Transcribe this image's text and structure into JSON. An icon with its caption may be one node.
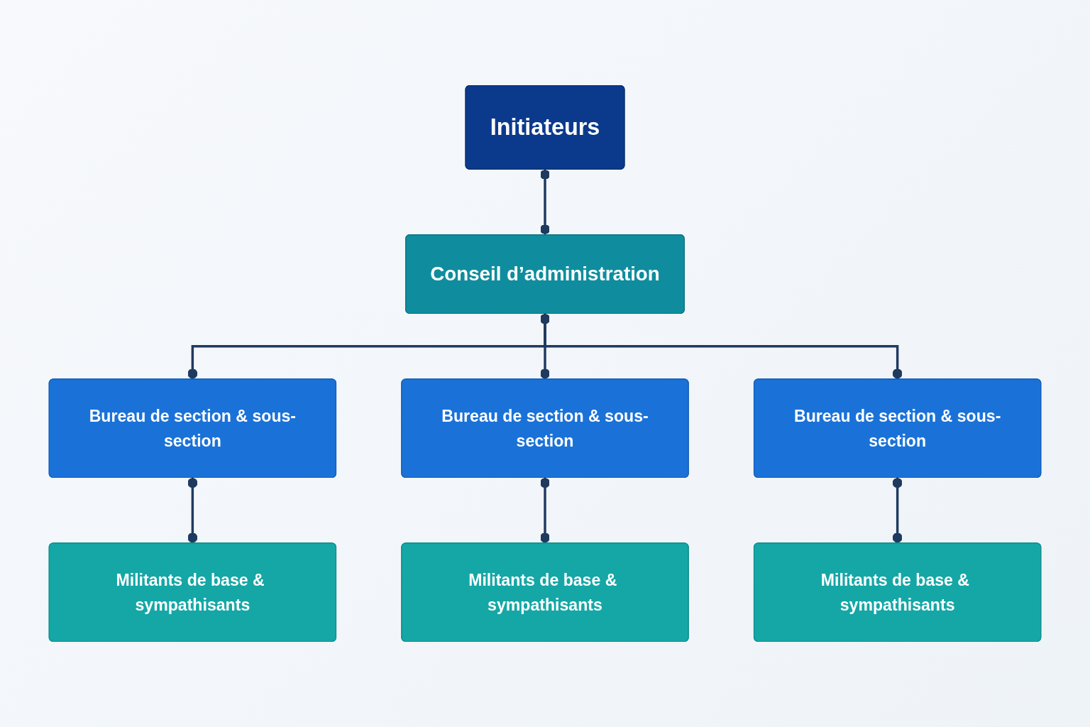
{
  "diagram": {
    "nodes": [
      {
        "text": [
          "Initiateurs"
        ]
      },
      {
        "text": [
          "Conseil d’administration"
        ]
      },
      {
        "text": [
          "Bureau de section & sous-section"
        ]
      },
      {
        "text": [
          "Bureau de section & sous-section"
        ]
      },
      {
        "text": [
          "Bureau de section & sous-section"
        ]
      },
      {
        "text": [
          "Militants de base & sympathisants"
        ]
      },
      {
        "text": [
          "Militants de base & sympathisants"
        ]
      },
      {
        "text": [
          "Militants de base & sympathisants"
        ]
      }
    ],
    "edges": [
      {
        "from": 0,
        "to": 1,
        "arrow": "other"
      },
      {
        "from": 1,
        "to": 2,
        "arrow": "other"
      },
      {
        "from": 1,
        "to": 3,
        "arrow": "other"
      },
      {
        "from": 1,
        "to": 4,
        "arrow": "other"
      },
      {
        "from": 2,
        "to": 5,
        "arrow": "other"
      },
      {
        "from": 3,
        "to": 6,
        "arrow": "other"
      },
      {
        "from": 4,
        "to": 7,
        "arrow": "other"
      }
    ]
  }
}
